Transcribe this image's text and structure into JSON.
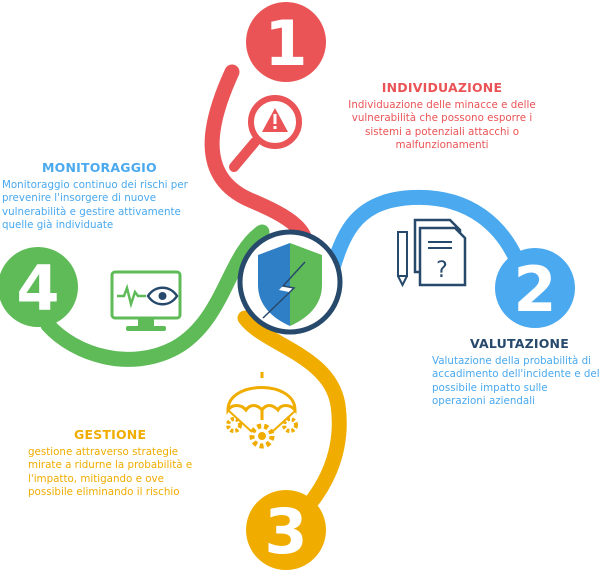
{
  "colors": {
    "red": "#ea5456",
    "blue": "#4aa9ef",
    "yellow": "#f0ad00",
    "green": "#5ebb58",
    "dark": "#27496b"
  },
  "steps": [
    {
      "number": "1",
      "title": "INDIVIDUAZIONE",
      "body": "Individuazione delle minacce e delle vulnerabilità che possono esporre i sistemi a potenziali attacchi o malfunzionamenti",
      "icon": "magnifier-alert-icon",
      "color": "#ea5456"
    },
    {
      "number": "2",
      "title": "VALUTAZIONE",
      "body": "Valutazione della probabilità di accadimento dell'incidente e del possibile impatto sulle operazioni aziendali",
      "icon": "documents-question-icon",
      "color": "#4aa9ef"
    },
    {
      "number": "3",
      "title": "GESTIONE",
      "body": "gestione attraverso strategie mirate a ridurne la probabilità e l'impatto, mitigando e ove possibile eliminando il rischio",
      "icon": "umbrella-gears-icon",
      "color": "#f0ad00"
    },
    {
      "number": "4",
      "title": "MONITORAGGIO",
      "body": "Monitoraggio continuo dei rischi per prevenire l'insorgere di nuove vulnerabilità e gestire attivamente quelle già individuate",
      "icon": "monitor-eye-icon",
      "color": "#5ebb58"
    }
  ],
  "center": {
    "icon": "shield-lightning-icon"
  }
}
